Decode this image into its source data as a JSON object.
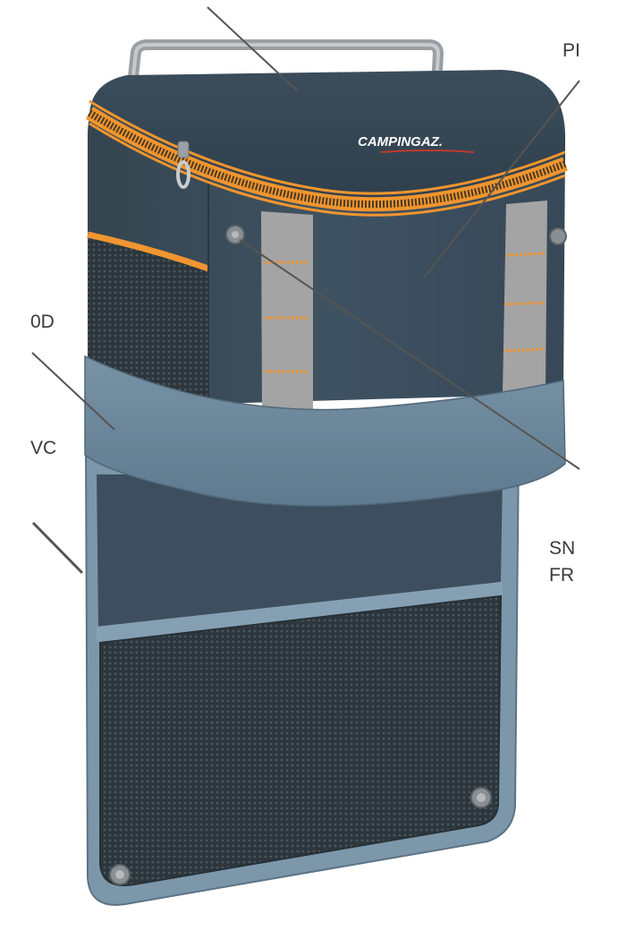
{
  "diagram": {
    "brand_logo": "CAMPINGAZ.",
    "callouts": [
      {
        "id": "top-right",
        "text": "PI"
      },
      {
        "id": "left-upper",
        "text": "0D"
      },
      {
        "id": "left-middle",
        "text": "VC"
      },
      {
        "id": "right-lower-1",
        "text": "SN"
      },
      {
        "id": "right-lower-2",
        "text": "FR"
      }
    ]
  },
  "colors": {
    "body_navy": "#3d4f5e",
    "lid_navy": "#32424f",
    "strap_blue": "#6e8a9e",
    "backing_blue": "#7d97aa",
    "accent_orange": "#f0952f",
    "webbing_grey": "#a4a4a4",
    "mesh_dark": "#2f3a40",
    "logo_red": "#c0392b"
  }
}
